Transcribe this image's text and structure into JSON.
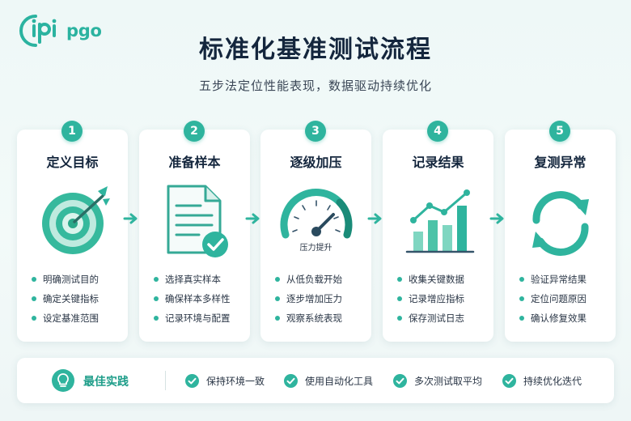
{
  "logo": {
    "text": "pgo",
    "icon": "ipipgo-logo"
  },
  "header": {
    "title": "标准化基准测试流程",
    "subtitle": "五步法定位性能表现，数据驱动持续优化"
  },
  "steps": [
    {
      "number": "1",
      "title": "定义目标",
      "icon": "target-icon",
      "bullets": [
        "明确测试目的",
        "确定关键指标",
        "设定基准范围"
      ]
    },
    {
      "number": "2",
      "title": "准备样本",
      "icon": "document-check-icon",
      "bullets": [
        "选择真实样本",
        "确保样本多样性",
        "记录环境与配置"
      ]
    },
    {
      "number": "3",
      "title": "逐级加压",
      "icon": "gauge-icon",
      "gauge_label": "压力提升",
      "bullets": [
        "从低负载开始",
        "逐步增加压力",
        "观察系统表现"
      ]
    },
    {
      "number": "4",
      "title": "记录结果",
      "icon": "bar-chart-icon",
      "bullets": [
        "收集关键数据",
        "记录增应指标",
        "保存测试日志"
      ]
    },
    {
      "number": "5",
      "title": "复测异常",
      "icon": "refresh-icon",
      "bullets": [
        "验证异常结果",
        "定位问题原因",
        "确认修复效果"
      ]
    }
  ],
  "best_practice": {
    "label": "最佳实践",
    "icon": "lightbulb-icon",
    "items": [
      "保持环境一致",
      "使用自动化工具",
      "多次测试取平均",
      "持续优化迭代"
    ]
  },
  "colors": {
    "accent": "#2fb49e",
    "title": "#14263d",
    "background": "#eef8f7"
  }
}
